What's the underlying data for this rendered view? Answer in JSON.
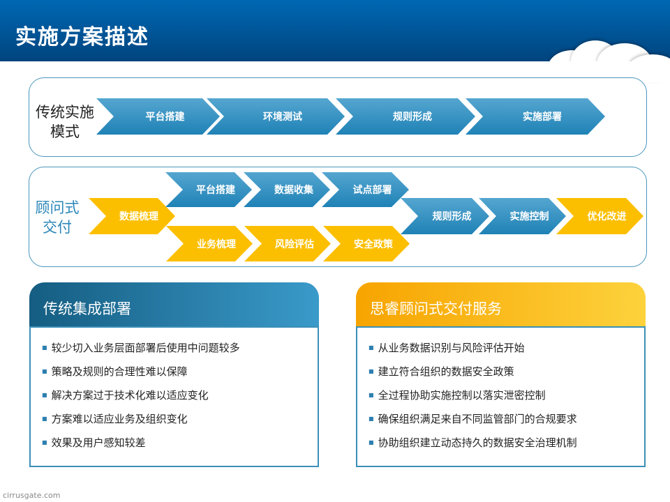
{
  "title": "实施方案描述",
  "traditional": {
    "label": "传统实施模式",
    "steps": [
      "平台搭建",
      "环境测试",
      "规则形成",
      "实施部署"
    ]
  },
  "consult": {
    "label": "顾问式交付",
    "start": "数据梳理",
    "top": [
      "平台搭建",
      "数据收集",
      "试点部署"
    ],
    "bottom": [
      "业务梳理",
      "风险评估",
      "安全政策"
    ],
    "end": [
      "规则形成",
      "实施控制",
      "优化改进"
    ]
  },
  "left_panel": {
    "title": "传统集成部署",
    "items": [
      "较少切入业务层面部署后使用中问题较多",
      "策略及规则的合理性难以保障",
      "解决方案过于技术化难以适应变化",
      "方案难以适应业务及组织变化",
      "效果及用户感知较差"
    ]
  },
  "right_panel": {
    "title": "思睿顾问式交付服务",
    "items": [
      "从业务数据识别与风险评估开始",
      "建立符合组织的数据安全政策",
      "全过程协助实施控制以落实泄密控制",
      "确保组织满足来自不同监管部门的合规要求",
      "协助组织建立动态持久的数据安全治理机制"
    ]
  },
  "footer": "cirrusgate.com"
}
